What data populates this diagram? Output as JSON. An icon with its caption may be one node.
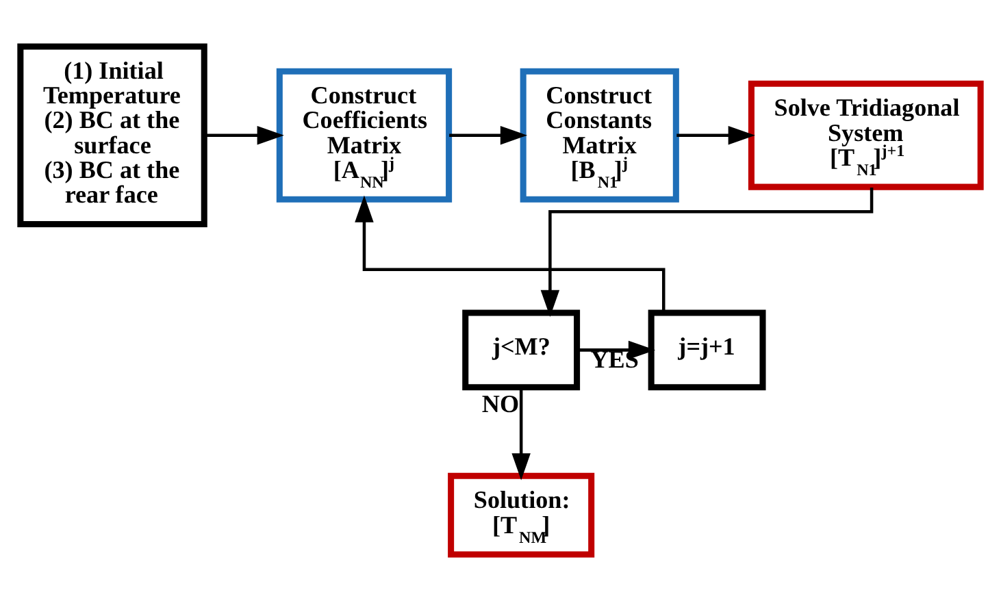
{
  "diagram": {
    "nodes": [
      {
        "text": [
          "(1) Initial Temperature",
          "(2) BC at the surface",
          "(3) BC at the rear face"
        ]
      },
      {
        "text": [
          "Construct Coefficients Matrix [A$_{NN}$]$^{j}$"
        ]
      },
      {
        "text": [
          "Construct Constants Matrix [B$_{N1}$]$^{j}$"
        ]
      },
      {
        "text": [
          "Solve Tridiagonal System [T$_{N1}$]$^{j+1}$"
        ]
      },
      {
        "text": [
          "j<M?"
        ]
      },
      {
        "text": [
          "j=j+1"
        ]
      },
      {
        "text": [
          "Solution: [T$_{NM}$]"
        ]
      }
    ],
    "edges": [
      {
        "from": 0,
        "to": 1,
        "arrow": "to"
      },
      {
        "from": 1,
        "to": 2,
        "arrow": "to"
      },
      {
        "from": 2,
        "to": 3,
        "arrow": "to"
      },
      {
        "from": 3,
        "to": 4,
        "arrow": "to"
      },
      {
        "from": 4,
        "to": 5,
        "arrow": "to",
        "label": "YES"
      },
      {
        "from": 5,
        "to": 1,
        "arrow": "to"
      },
      {
        "from": 4,
        "to": 6,
        "arrow": "to",
        "label": "NO"
      }
    ]
  }
}
